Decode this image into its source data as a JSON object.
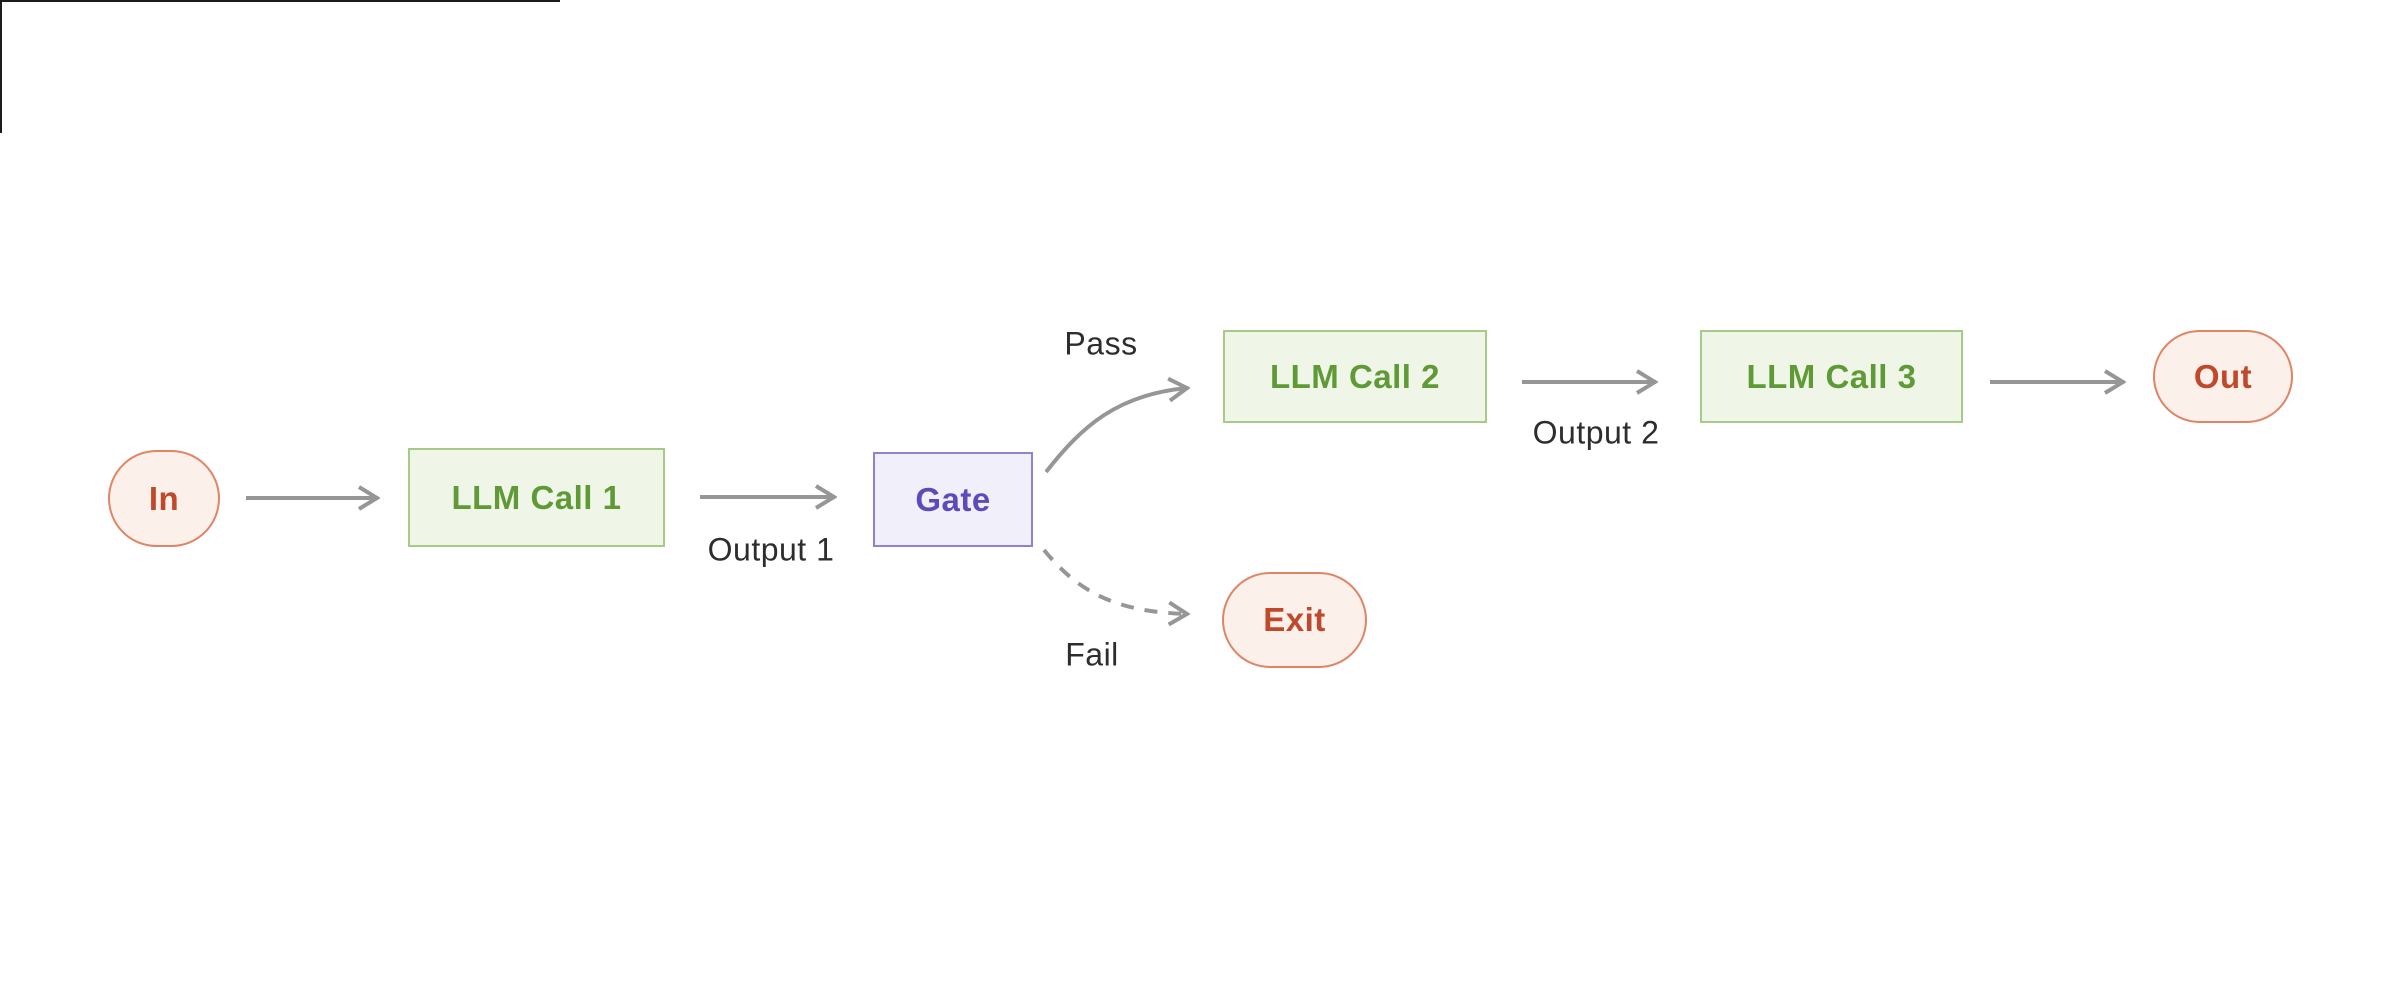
{
  "diagram_type": "flowchart",
  "nodes": {
    "in": {
      "label": "In",
      "kind": "terminal"
    },
    "llm1": {
      "label": "LLM Call 1",
      "kind": "process"
    },
    "gate": {
      "label": "Gate",
      "kind": "gate"
    },
    "llm2": {
      "label": "LLM Call 2",
      "kind": "process"
    },
    "llm3": {
      "label": "LLM Call 3",
      "kind": "process"
    },
    "out": {
      "label": "Out",
      "kind": "terminal"
    },
    "exit": {
      "label": "Exit",
      "kind": "terminal"
    }
  },
  "edge_labels": {
    "output1": "Output 1",
    "output2": "Output 2",
    "pass": "Pass",
    "fail": "Fail"
  },
  "edges": [
    {
      "from": "in",
      "to": "llm1",
      "style": "solid",
      "label": ""
    },
    {
      "from": "llm1",
      "to": "gate",
      "style": "solid",
      "label": "Output 1"
    },
    {
      "from": "gate",
      "to": "llm2",
      "style": "solid-curve",
      "label": "Pass"
    },
    {
      "from": "llm2",
      "to": "llm3",
      "style": "solid",
      "label": "Output 2"
    },
    {
      "from": "llm3",
      "to": "out",
      "style": "solid",
      "label": ""
    },
    {
      "from": "gate",
      "to": "exit",
      "style": "dashed-curve",
      "label": "Fail"
    }
  ],
  "colors": {
    "process_fill": "#eff5e7",
    "process_border": "#a7ca89",
    "process_text": "#5f9a37",
    "gate_fill": "#f1effa",
    "gate_border": "#8d83d3",
    "gate_text": "#5a4dbb",
    "terminal_fill": "#fcf0ea",
    "terminal_border": "#df8566",
    "terminal_text": "#c0492b",
    "arrow": "#969696",
    "label_text": "#2d2d2d"
  }
}
